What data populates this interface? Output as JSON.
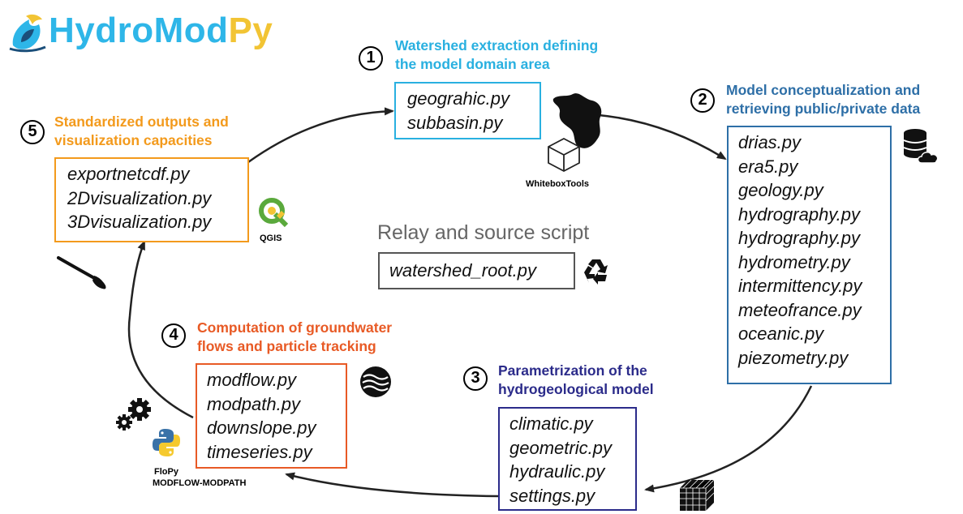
{
  "logo": {
    "part1": "HydroMod",
    "part2": "Py",
    "color1": "#2eb6e8",
    "color2": "#f2c434"
  },
  "relay": {
    "title": "Relay and source script",
    "script": "watershed_root.py"
  },
  "steps": [
    {
      "number": "1",
      "title1": "Watershed extraction defining",
      "title2": "the model domain area",
      "color": "#29b0e0",
      "files": [
        "geograhic.py",
        "subbasin.py"
      ]
    },
    {
      "number": "2",
      "title1": "Model conceptualization and",
      "title2": "retrieving public/private data",
      "color": "#2e6fa7",
      "files": [
        "drias.py",
        "era5.py",
        "geology.py",
        "hydrography.py",
        "hydrography.py",
        "hydrometry.py",
        "intermittency.py",
        "meteofrance.py",
        "oceanic.py",
        "piezometry.py"
      ]
    },
    {
      "number": "3",
      "title1": "Parametrization of the",
      "title2": "hydrogeological model",
      "color": "#2b2b8a",
      "files": [
        "climatic.py",
        "geometric.py",
        "hydraulic.py",
        "settings.py"
      ]
    },
    {
      "number": "4",
      "title1": "Computation of groundwater",
      "title2": "flows and particle tracking",
      "color": "#e85a25",
      "files": [
        "modflow.py",
        "modpath.py",
        "downslope.py",
        "timeseries.py"
      ]
    },
    {
      "number": "5",
      "title1": "Standardized outputs and",
      "title2": "visualization capacities",
      "color": "#f39a1c",
      "files": [
        "exportnetcdf.py",
        "2Dvisualization.py",
        "3Dvisualization.py"
      ]
    }
  ],
  "tools": {
    "whitebox": "WhiteboxTools",
    "qgis": "QGIS",
    "flopy": "FloPy",
    "modflow": "MODFLOW-MODPATH"
  }
}
